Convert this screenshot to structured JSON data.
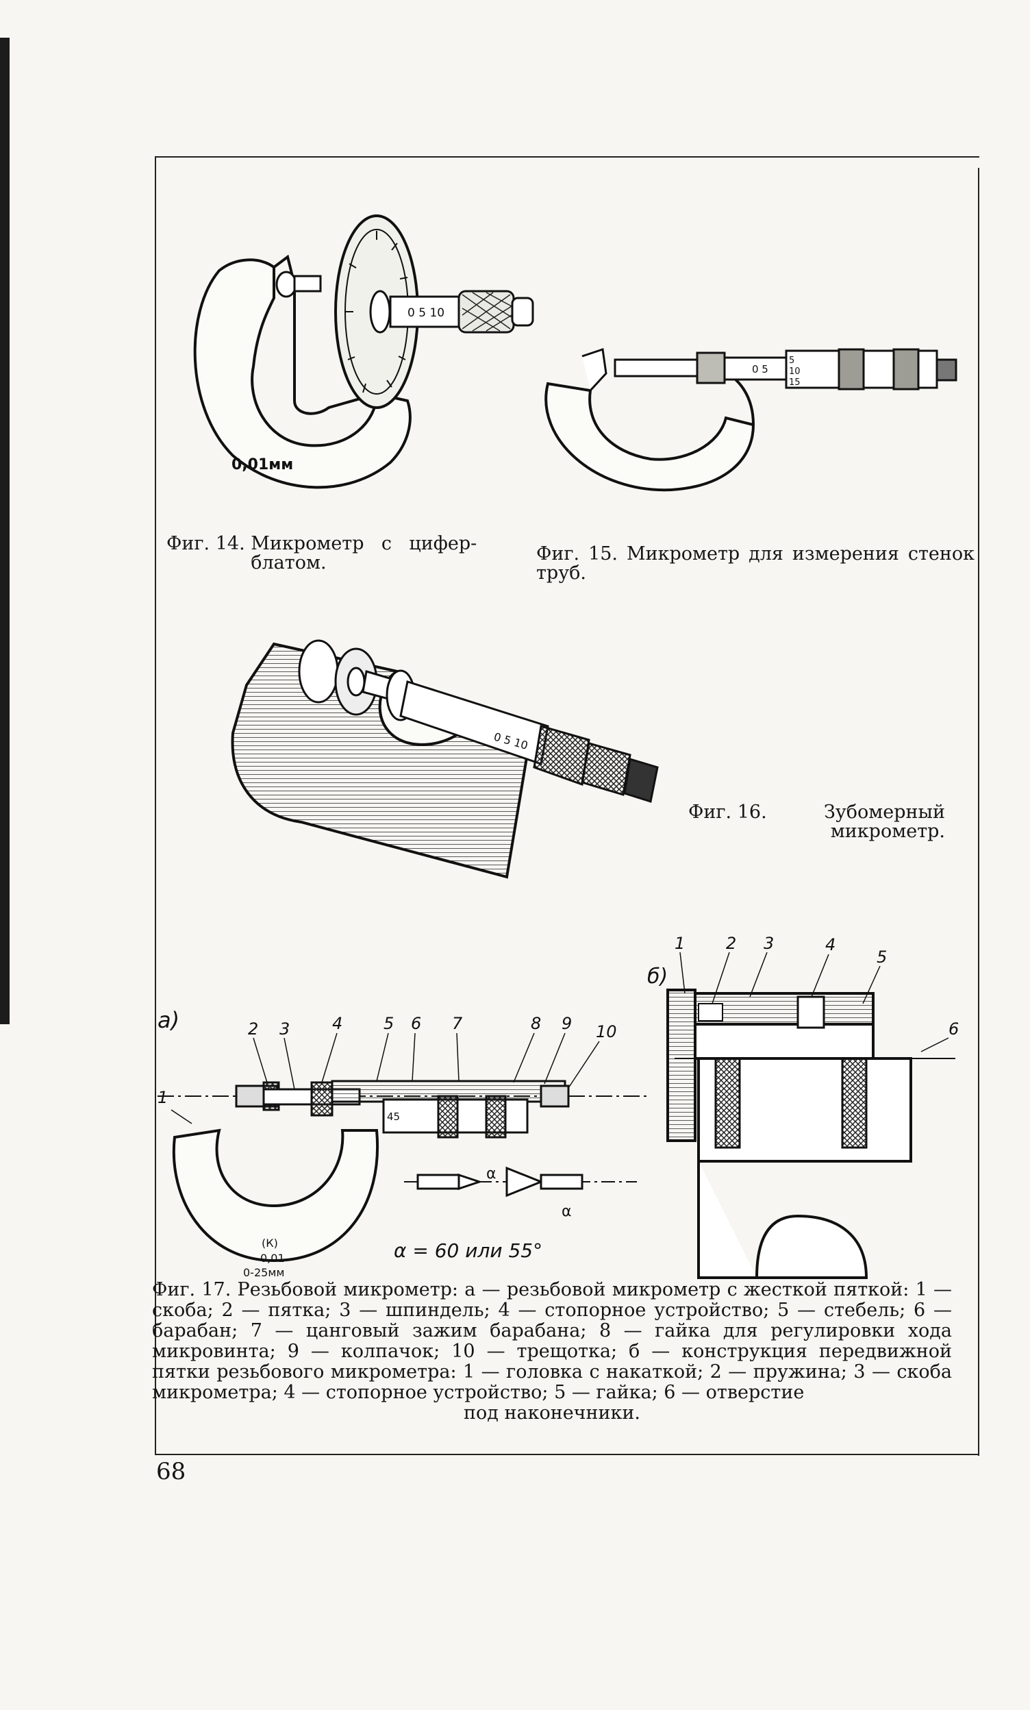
{
  "fig14": {
    "caption_num": "Фиг. 14.",
    "caption_text": "Микрометр с цифер- блатом.",
    "body_text": "0,01мм",
    "sleeve_scale": "0 5 10"
  },
  "fig15": {
    "caption": "Фиг. 15. Микрометр для измерения стенок труб.",
    "sleeve_digits": "0 5",
    "drum_ticks": [
      "5",
      "10",
      "15"
    ]
  },
  "fig16": {
    "caption_num": "Фиг. 16.",
    "caption_text": "Зубомерный микрометр.",
    "sleeve_scale": "0 5 10"
  },
  "fig17": {
    "part_a_label": "а)",
    "part_b_label": "б)",
    "a_callouts": [
      "1",
      "2",
      "3",
      "4",
      "5",
      "6",
      "7",
      "8",
      "9",
      "10"
    ],
    "b_callouts": [
      "1",
      "2",
      "3",
      "4",
      "5",
      "6"
    ],
    "drum_value": "45",
    "frame_marks": [
      "(К)",
      "0,01",
      "0-25мм"
    ],
    "alpha": "α",
    "alpha_formula": "α = 60 или 55°",
    "caption": "Фиг. 17. Резьбовой микрометр: а — резьбовой микрометр с жесткой пяткой: 1 — скоба; 2 — пятка; 3 — шпиндель; 4 — стопорное устройство; 5 — стебель; 6 — барабан; 7 — цанговый зажим барабана; 8 — гайка для регулировки хода микровинта; 9 — колпачок; 10 — трещотка; б — конструкция передвижной пятки резьбового микрометра: 1 — головка с накаткой; 2 — пружина; 3 — скоба микрометра; 4 — стопорное устройство; 5 — гайка; 6 — отверстие",
    "caption_last": "под наконечники."
  },
  "page_number": "68"
}
